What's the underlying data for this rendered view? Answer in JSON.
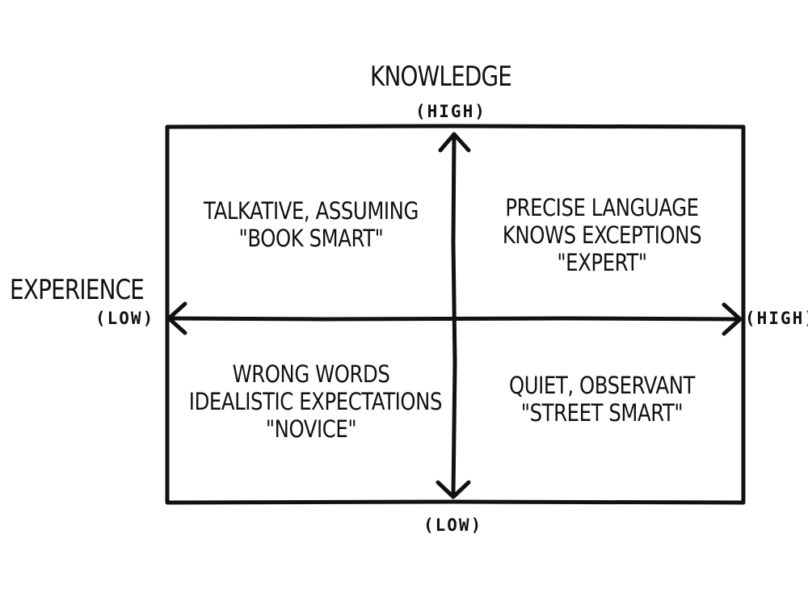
{
  "axes": {
    "vertical": {
      "title": "KNOWLEDGE",
      "high_label": "(HIGH)",
      "low_label": "(LOW)"
    },
    "horizontal": {
      "title": "EXPERIENCE",
      "low_label": "(LOW)",
      "high_label": "(HIGH)"
    }
  },
  "quadrants": {
    "top_left": {
      "lines": [
        "TALKATIVE, ASSUMING",
        "\"BOOK SMART\""
      ]
    },
    "top_right": {
      "lines": [
        "PRECISE LANGUAGE",
        "KNOWS EXCEPTIONS",
        "\"EXPERT\""
      ]
    },
    "bottom_left": {
      "lines": [
        "WRONG WORDS",
        "IDEALISTIC EXPECTATIONS",
        "\"NOVICE\""
      ]
    },
    "bottom_right": {
      "lines": [
        "QUIET, OBSERVANT",
        "\"STREET SMART\""
      ]
    }
  },
  "colors": {
    "ink": "#111111",
    "background": "#ffffff"
  }
}
